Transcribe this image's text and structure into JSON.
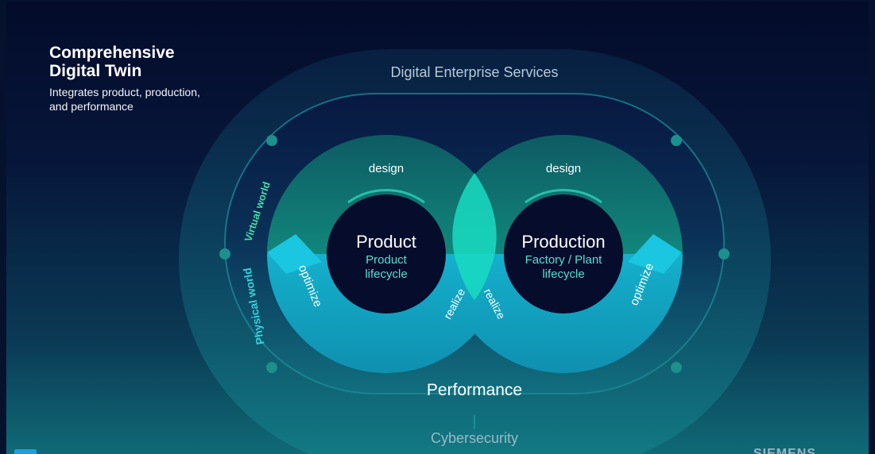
{
  "heading": {
    "title": "Comprehensive Digital Twin",
    "subtitle": "Integrates product, production, and performance"
  },
  "outer_ring": {
    "top_label": "Digital Enterprise Services",
    "bottom_label": "Cybersecurity"
  },
  "worlds": {
    "virtual": "Virtual world",
    "physical": "Physical world"
  },
  "left_loop": {
    "title": "Product",
    "subtitle_line1": "Product",
    "subtitle_line2": "lifecycle",
    "design": "design",
    "optimize": "optimize",
    "realize": "realize"
  },
  "right_loop": {
    "title": "Production",
    "subtitle_line1": "Factory / Plant",
    "subtitle_line2": "lifecycle",
    "design": "design",
    "optimize": "optimize",
    "realize": "realize"
  },
  "center_label": "Performance",
  "brand_fragment": "SIEMENS",
  "colors": {
    "teal_green": "#12b49a",
    "cyan": "#17c3df",
    "navy": "#050c2c",
    "accent_text": "#4fe0d3"
  }
}
